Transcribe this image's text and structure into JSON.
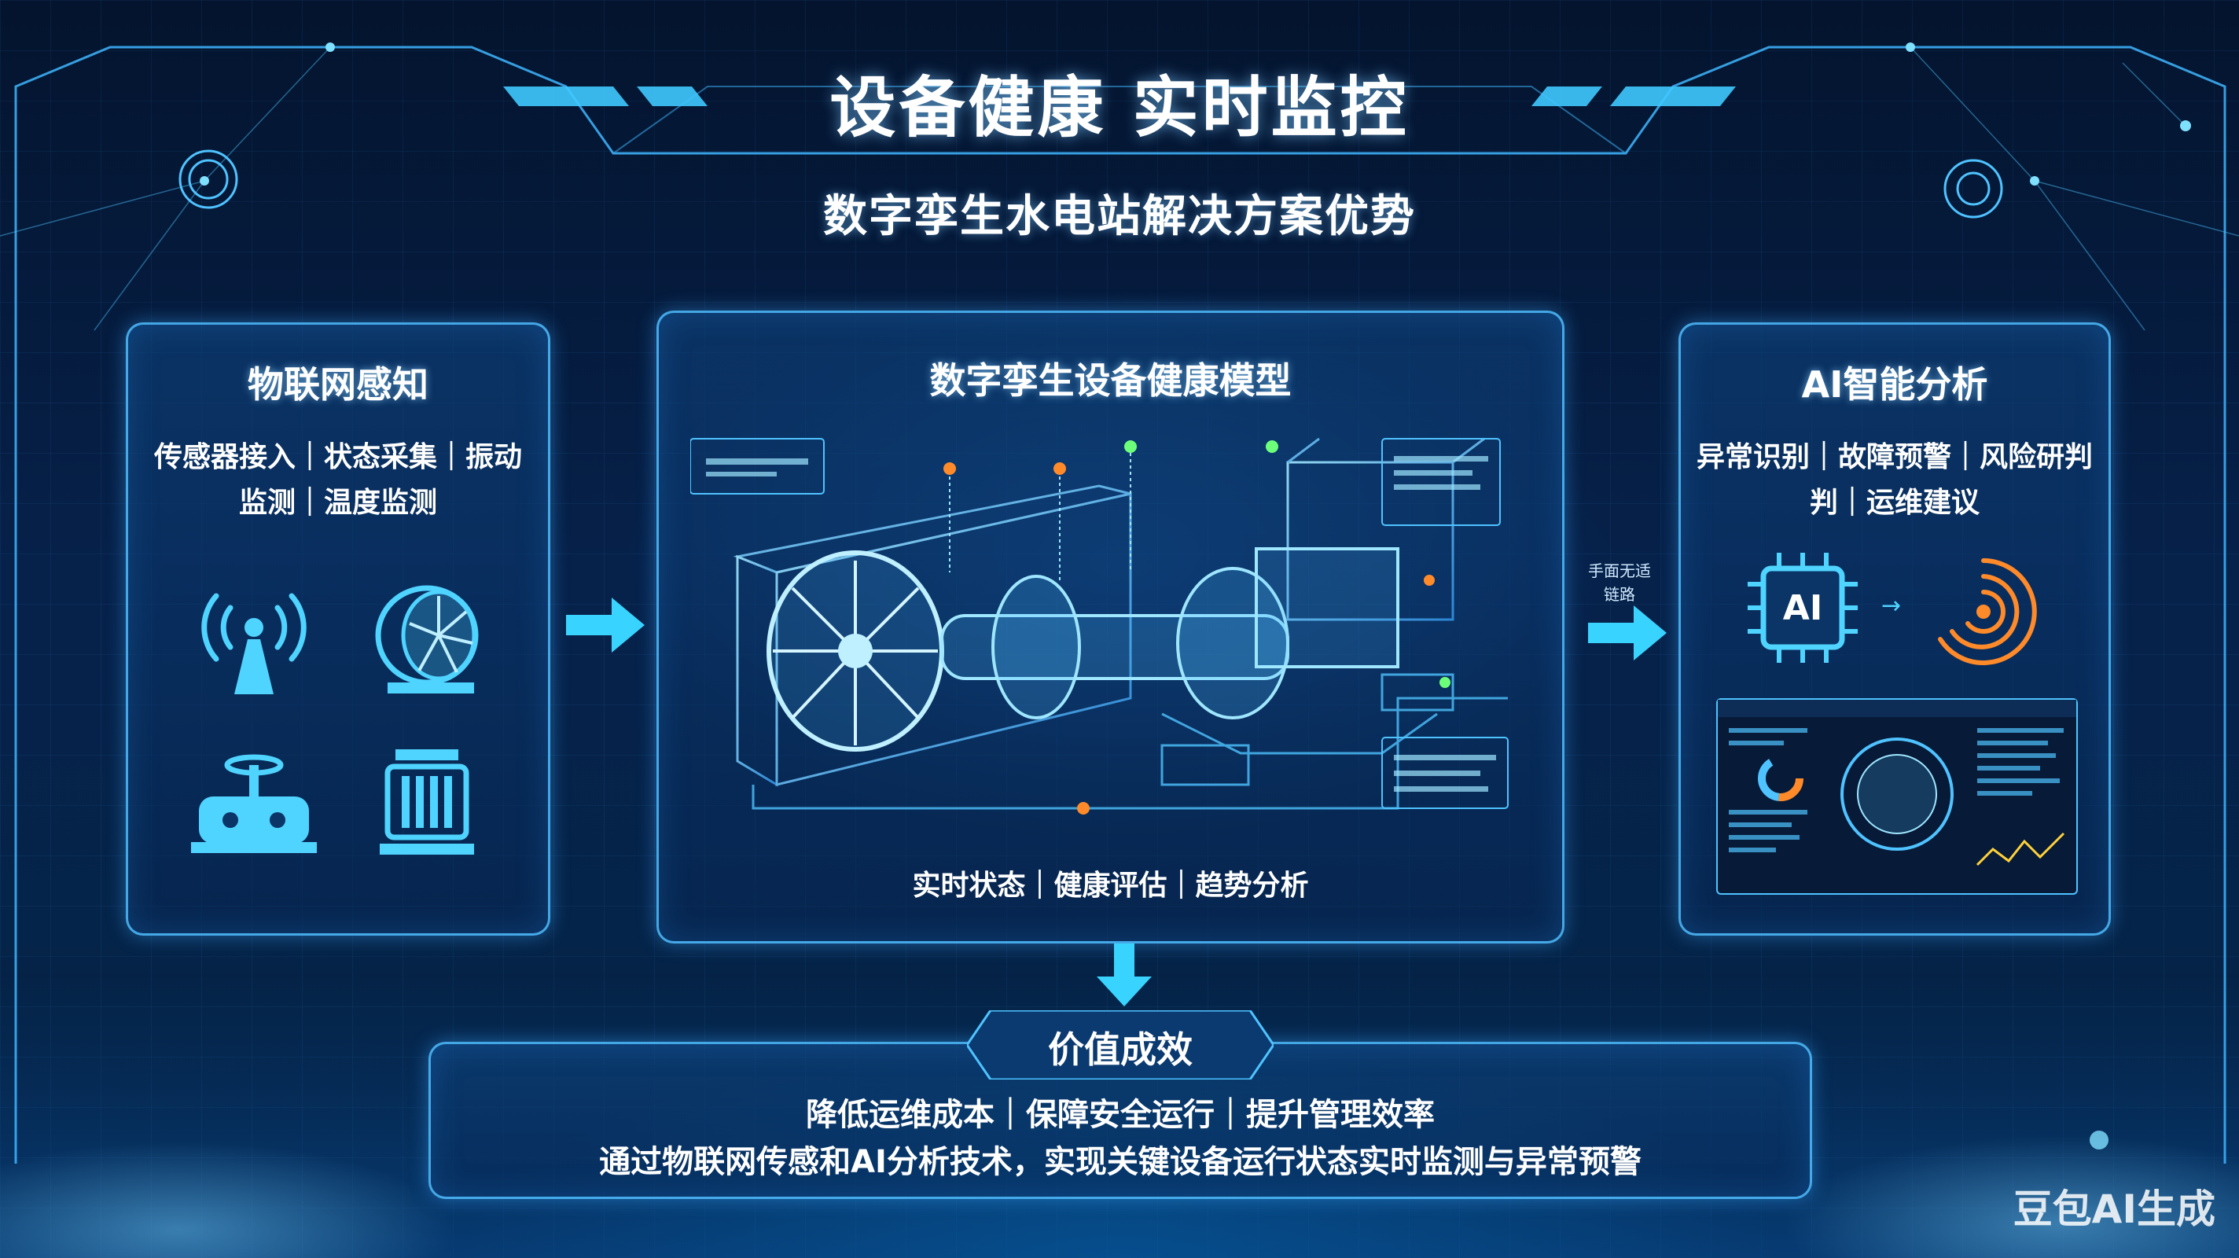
{
  "header": {
    "title": "设备健康 实时监控",
    "subtitle": "数字孪生水电站解决方案优势"
  },
  "left_panel": {
    "title": "物联网感知",
    "text_line1": "传感器接入｜状态采集｜振动",
    "text_line2": "监测｜温度监测",
    "icons": [
      "signal-tower-icon",
      "turbine-icon",
      "valve-icon",
      "transformer-icon"
    ]
  },
  "center_panel": {
    "title": "数字孪生设备健康模型",
    "footer": "实时状态｜健康评估｜趋势分析"
  },
  "connector": {
    "label_line1": "手面无适",
    "label_line2": "链路"
  },
  "right_panel": {
    "title": "AI智能分析",
    "text_line1": "异常识别｜故障预警｜风险研判",
    "text_line2": "判｜运维建议",
    "chip_label": "AI"
  },
  "value": {
    "badge": "价值成效",
    "line1": "降低运维成本｜保障安全运行｜提升管理效率",
    "line2": "通过物联网传感和AI分析技术，实现关键设备运行状态实时监测与异常预警"
  },
  "watermark": "豆包AI生成",
  "colors": {
    "accent": "#4fc3ff",
    "arrow": "#39d3ff",
    "orange": "#ff8a2a",
    "green": "#6dff7a"
  }
}
